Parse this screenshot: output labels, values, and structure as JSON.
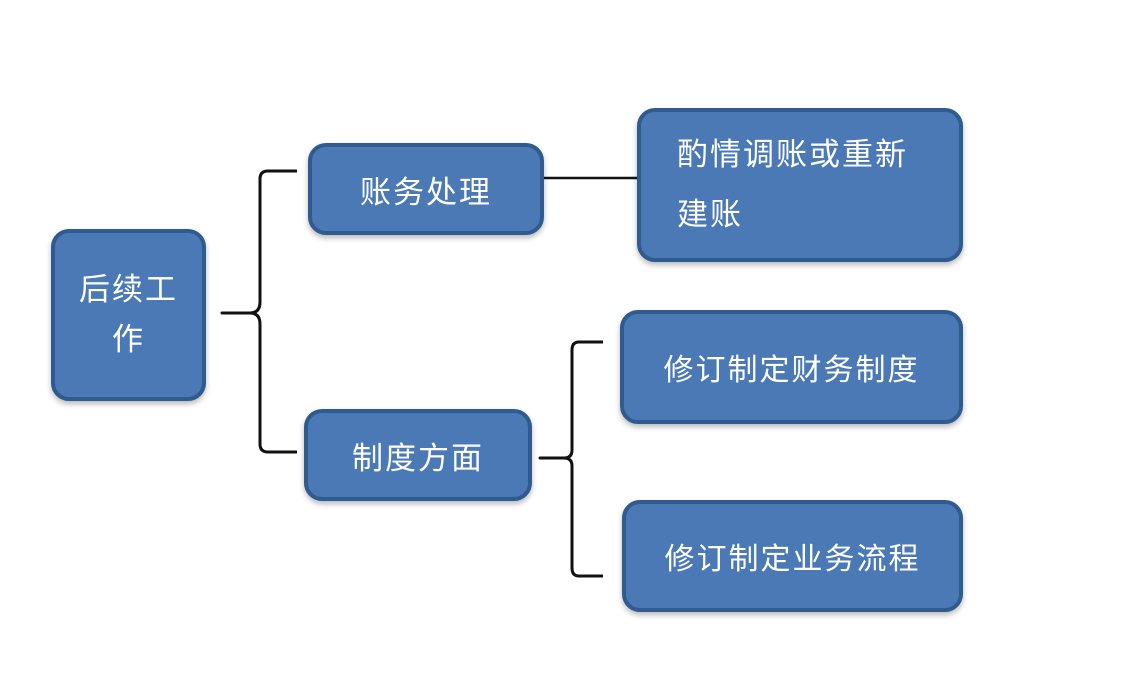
{
  "diagram": {
    "root": {
      "label": "后续工作"
    },
    "branches": [
      {
        "label": "账务处理",
        "children": [
          {
            "label": "酌情调账或重新建账"
          }
        ]
      },
      {
        "label": "制度方面",
        "children": [
          {
            "label": "修订制定财务制度"
          },
          {
            "label": "修订制定业务流程"
          }
        ]
      }
    ]
  },
  "colors": {
    "node_fill": "#4a79b6",
    "node_border": "#2f5b8f",
    "node_text": "#ffffff",
    "connector": "#111111",
    "background": "#ffffff"
  }
}
